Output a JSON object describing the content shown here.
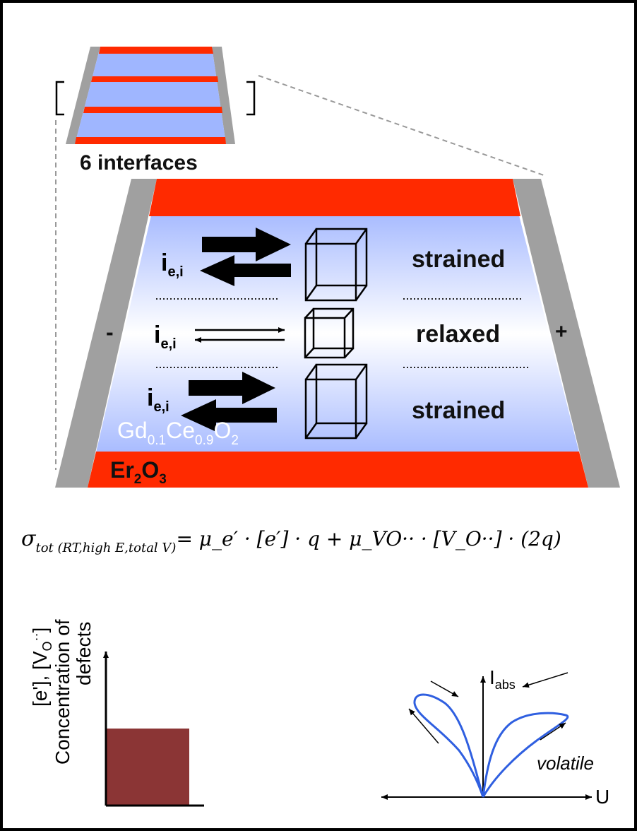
{
  "inset": {
    "label": "6 interfaces"
  },
  "main": {
    "left_electrode": "-",
    "right_electrode": "+",
    "rows": [
      {
        "current_base": "i",
        "current_sub": "e,i",
        "state": "strained"
      },
      {
        "current_base": "i",
        "current_sub": "e,i",
        "state": "relaxed"
      },
      {
        "current_base": "i",
        "current_sub": "e,i",
        "state": "strained"
      }
    ],
    "material": {
      "p1": "Gd",
      "s1": "0.1",
      "p2": "Ce",
      "s2": "0.9",
      "p3": "O",
      "s3": "2"
    },
    "substrate": {
      "p1": "Er",
      "s1": "2",
      "p2": "O",
      "s2": "3"
    }
  },
  "equation": {
    "lhs": "σ",
    "lhs_sub": "tot (RT,high E,total V)",
    "rhs": "=  μ_e′ · [e′] · q + μ_VO·· · [V_O··] · (2q)"
  },
  "defect_plot": {
    "ylabel_line1": "Concentration of",
    "ylabel_line2": "defects",
    "ylabel_line3": "[e'], [V",
    "ylabel_line3_sub": "O",
    "ylabel_line3_sup": "··",
    "ylabel_line3_end": "]",
    "bar_color": "#8b3535"
  },
  "iv_plot": {
    "ylabel": "I",
    "ylabel_sub": "abs",
    "xlabel": "U",
    "annotation": "volatile",
    "curve_color": "#2f5fe0"
  },
  "colors": {
    "electrode": "#a0a0a0",
    "oxide_layer": "#ff2a00",
    "ceria_layer": "#9fb6ff"
  }
}
